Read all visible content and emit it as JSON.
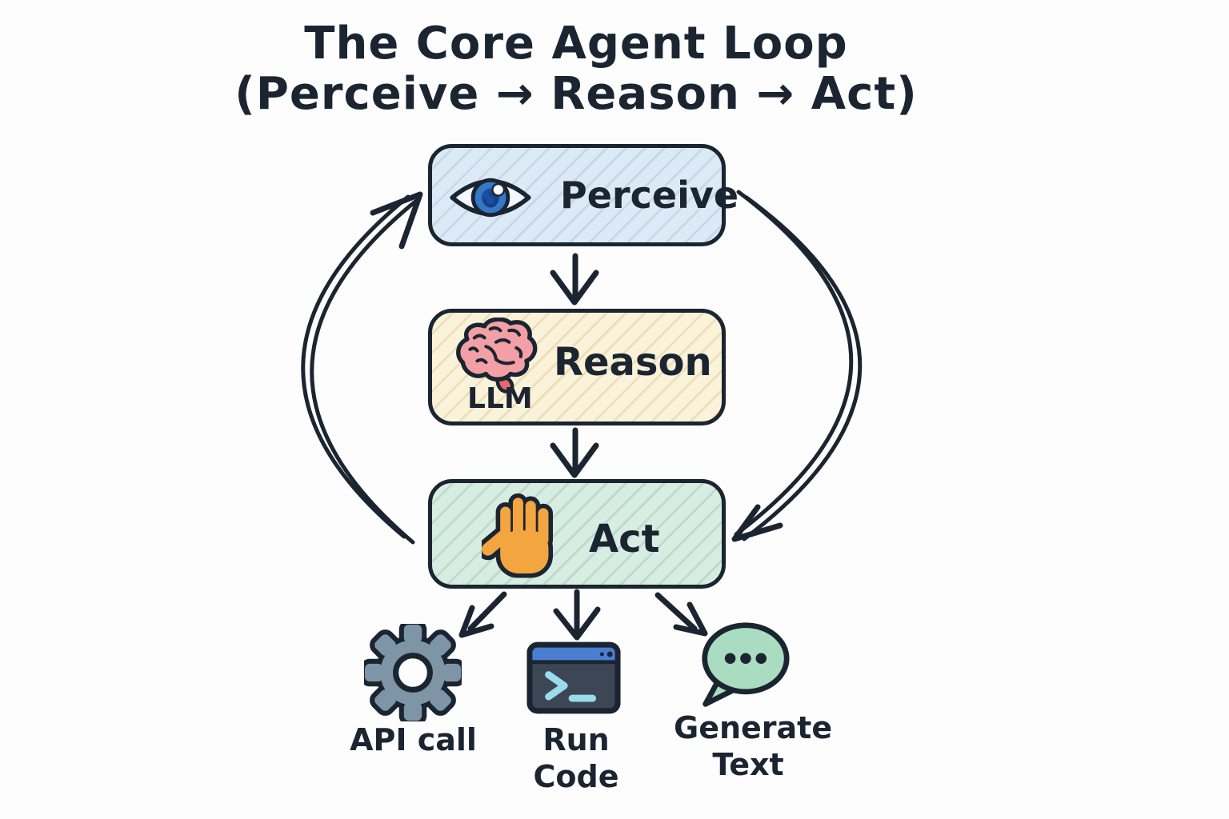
{
  "title": {
    "line1": "The Core Agent Loop",
    "line2": "(Perceive → Reason → Act)"
  },
  "loop_steps": {
    "perceive": {
      "label": "Perceive",
      "icon": "eye-icon"
    },
    "reason": {
      "label": "Reason",
      "badge": "LLM",
      "icon": "brain-icon"
    },
    "act": {
      "label": "Act",
      "icon": "hand-icon"
    }
  },
  "act_outputs": [
    {
      "label": "API call",
      "icon": "gear-icon"
    },
    {
      "label": "Run Code",
      "icon": "terminal-icon"
    },
    {
      "label": "Generate Text",
      "icon": "speech-bubble-icon"
    }
  ],
  "colors": {
    "ink": "#1b2531",
    "perceive_fill": "#dceaf6",
    "reason_fill": "#faf3da",
    "act_fill": "#d8ede1",
    "eye_white": "#f2f8fc",
    "eye_iris": "#3478c8",
    "eye_pupil": "#1c4da0",
    "brain": "#f2a0a6",
    "brain_stem": "#e9686f",
    "hand": "#f3a540",
    "gear": "#7e95a8",
    "terminal_bar": "#4a7ed2",
    "terminal_body": "#3d4655",
    "terminal_prompt": "#9adcec",
    "bubble": "#a9dcc1"
  }
}
